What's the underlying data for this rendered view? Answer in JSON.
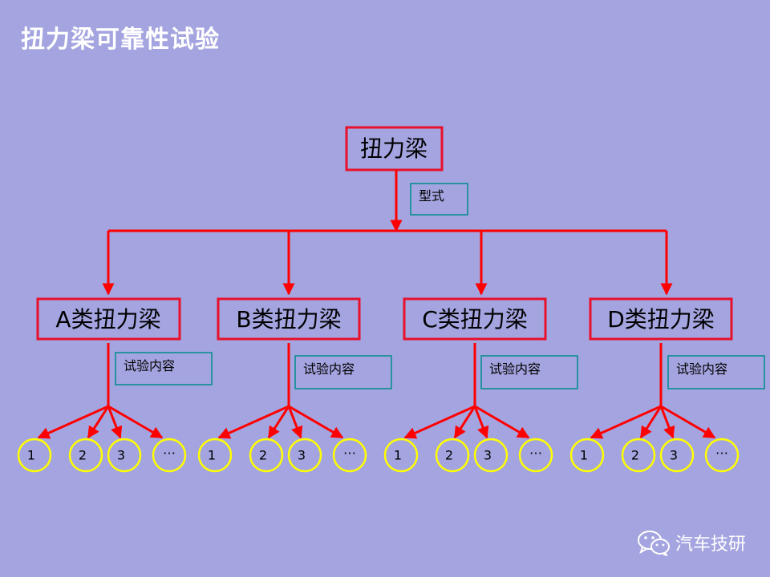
{
  "title": "扭力梁可靠性试验",
  "root": {
    "label": "扭力梁"
  },
  "root_edge_label": "型式",
  "branches": [
    {
      "label": "A类扭力梁",
      "edge_label": "试验内容",
      "items": [
        "1",
        "2",
        "3",
        "…"
      ]
    },
    {
      "label": "B类扭力梁",
      "edge_label": "试验内容",
      "items": [
        "1",
        "2",
        "3",
        "…"
      ]
    },
    {
      "label": "C类扭力梁",
      "edge_label": "试验内容",
      "items": [
        "1",
        "2",
        "3",
        "…"
      ]
    },
    {
      "label": "D类扭力梁",
      "edge_label": "试验内容",
      "items": [
        "1",
        "2",
        "3",
        "…"
      ]
    }
  ],
  "watermark": {
    "text": "汽车技研",
    "icon": "wechat-icon"
  },
  "colors": {
    "background": "#a4a4e0",
    "connector": "#ff0000",
    "box_border": "#e8102a",
    "label_border": "#008b8b",
    "circle_border": "#ffff00"
  }
}
